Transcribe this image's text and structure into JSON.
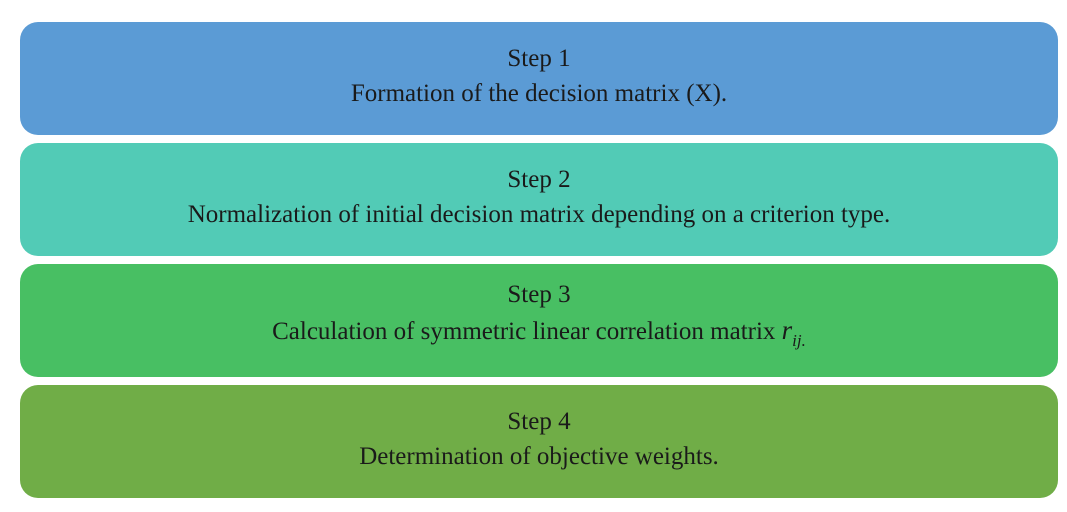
{
  "steps": [
    {
      "title": "Step 1",
      "description": "Formation of the decision matrix (X).",
      "color": "#5b9bd5"
    },
    {
      "title": "Step 2",
      "description": "Normalization of initial decision matrix depending on a criterion type.",
      "color": "#52cbb6"
    },
    {
      "title": "Step 3",
      "description": "Calculation of symmetric linear correlation matrix ",
      "math_variable": "r",
      "math_subscript": "ij.",
      "color": "#48bf63"
    },
    {
      "title": "Step 4",
      "description": "Determination of objective weights.",
      "color": "#70ad47"
    }
  ]
}
